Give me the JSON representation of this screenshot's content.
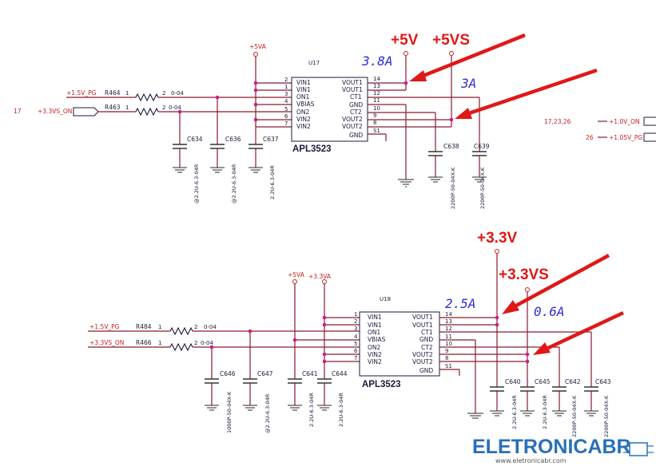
{
  "upper": {
    "supply_top": "+5VA",
    "chip_ref": "U17",
    "chip_name": "APL3523",
    "current_main": "3.8A",
    "current_vs": "3A",
    "rail_main": "+5V",
    "rail_vs": "+5VS",
    "left_pins": [
      {
        "num": "2",
        "name": "VIN1"
      },
      {
        "num": "1",
        "name": "VIN1"
      },
      {
        "num": "3",
        "name": "ON1"
      },
      {
        "num": "4",
        "name": "VBIAS"
      },
      {
        "num": "5",
        "name": "ON2"
      },
      {
        "num": "6",
        "name": "VIN2"
      },
      {
        "num": "7",
        "name": "VIN2"
      }
    ],
    "right_pins": [
      {
        "num": "14",
        "name": "VOUT1"
      },
      {
        "num": "13",
        "name": "VOUT1"
      },
      {
        "num": "12",
        "name": "CT1"
      },
      {
        "num": "11",
        "name": "GND"
      },
      {
        "num": "10",
        "name": "CT2"
      },
      {
        "num": "9",
        "name": "VOUT2"
      },
      {
        "num": "8",
        "name": "VOUT2"
      },
      {
        "num": "S1",
        "name": "GND"
      }
    ],
    "net_a": "+1.5V_PG",
    "net_b": "+3.3VS_ON",
    "sheet_ref": "17",
    "resistors": [
      {
        "ref": "R464",
        "pin1": "1",
        "pin2": "2",
        "value": "0-04"
      },
      {
        "ref": "R463",
        "pin1": "1",
        "pin2": "2",
        "value": "0-04"
      }
    ],
    "caps": [
      {
        "ref": "C634",
        "value": "@2.2U-6.3-04R"
      },
      {
        "ref": "C636",
        "value": "@2.2U-6.3-04R"
      },
      {
        "ref": "C637",
        "value": "2.2U-6.3-04R"
      },
      {
        "ref": "C638",
        "value": "2200P-50-04X-K"
      },
      {
        "ref": "C639",
        "value": "2200P-50-04X-K"
      }
    ]
  },
  "lower": {
    "supply_a": "+5VA",
    "supply_b": "+3.3VA",
    "chip_ref": "U18",
    "chip_name": "APL3523",
    "current_main": "2.5A",
    "current_vs": "0.6A",
    "rail_main": "+3.3V",
    "rail_vs": "+3.3VS",
    "left_pins": [
      {
        "num": "1",
        "name": "VIN1"
      },
      {
        "num": "2",
        "name": "VIN1"
      },
      {
        "num": "3",
        "name": "ON1"
      },
      {
        "num": "4",
        "name": "VBIAS"
      },
      {
        "num": "5",
        "name": "ON2"
      },
      {
        "num": "6",
        "name": "VIN2"
      },
      {
        "num": "7",
        "name": "VIN2"
      }
    ],
    "right_pins": [
      {
        "num": "14",
        "name": "VOUT1"
      },
      {
        "num": "13",
        "name": "VOUT1"
      },
      {
        "num": "12",
        "name": "CT1"
      },
      {
        "num": "11",
        "name": "GND"
      },
      {
        "num": "10",
        "name": "CT2"
      },
      {
        "num": "9",
        "name": "VOUT2"
      },
      {
        "num": "8",
        "name": "VOUT2"
      },
      {
        "num": "S1",
        "name": "GND"
      }
    ],
    "net_a": "+1.5V_PG",
    "net_b": "+3.3VS_ON",
    "resistors": [
      {
        "ref": "R484",
        "pin1": "1",
        "pin2": "2",
        "value": "0-04"
      },
      {
        "ref": "R466",
        "pin1": "1",
        "pin2": "2",
        "value": "0-04"
      }
    ],
    "caps": [
      {
        "ref": "C646",
        "value": "1000P-50-04X-K"
      },
      {
        "ref": "C647",
        "value": "@2.2U-6.3-04R"
      },
      {
        "ref": "C641",
        "value": "2.2U-6.3-04R"
      },
      {
        "ref": "C644",
        "value": "2.2U-6.3-04R"
      },
      {
        "ref": "C640",
        "value": "2.2U-6.3-04R"
      },
      {
        "ref": "C645",
        "value": "2.2U-6.3-04R"
      },
      {
        "ref": "C642",
        "value": "2200P-50-04X-K"
      },
      {
        "ref": "C643",
        "value": "2200P-50-04X-K"
      }
    ]
  },
  "offsheet": [
    {
      "sheet": "17,23,26",
      "net": "+1.0V_ON"
    },
    {
      "sheet": "26",
      "net": "+1.05V_PG"
    }
  ],
  "branding": {
    "logo": "ELETRONICABR",
    "url": "www.eletronicabr.com"
  },
  "colors": {
    "wire": "#8a1a2e",
    "junction": "#c8208a",
    "callout": "#e01818",
    "current": "#2d2dd8"
  }
}
